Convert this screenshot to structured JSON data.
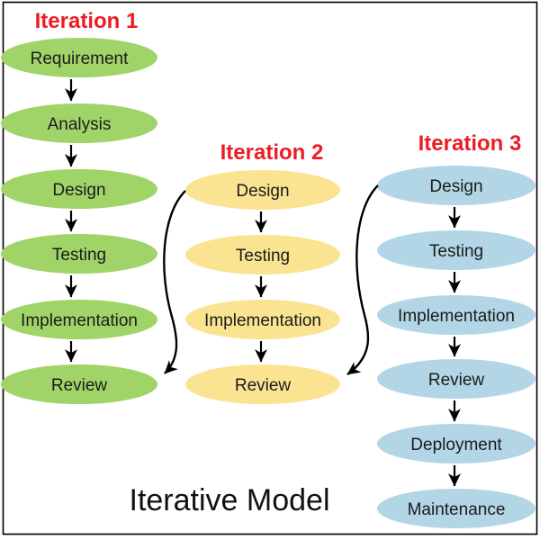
{
  "title": "Iterative Model",
  "colors": {
    "red_label": "#ED1C24",
    "iteration1_fill": "#A0D468",
    "iteration2_fill": "#FAE491",
    "iteration3_fill": "#B3D6E7",
    "arrow": "#000000"
  },
  "iterations": [
    {
      "label": "Iteration 1",
      "steps": [
        "Requirement",
        "Analysis",
        "Design",
        "Testing",
        "Implementation",
        "Review"
      ]
    },
    {
      "label": "Iteration 2",
      "steps": [
        "Design",
        "Testing",
        "Implementation",
        "Review"
      ]
    },
    {
      "label": "Iteration 3",
      "steps": [
        "Design",
        "Testing",
        "Implementation",
        "Review",
        "Deployment",
        "Maintenance"
      ]
    }
  ],
  "connectors": [
    {
      "from": "Iteration 2 Design",
      "to": "Iteration 1 Review"
    },
    {
      "from": "Iteration 3 Design",
      "to": "Iteration 2 Review"
    }
  ]
}
